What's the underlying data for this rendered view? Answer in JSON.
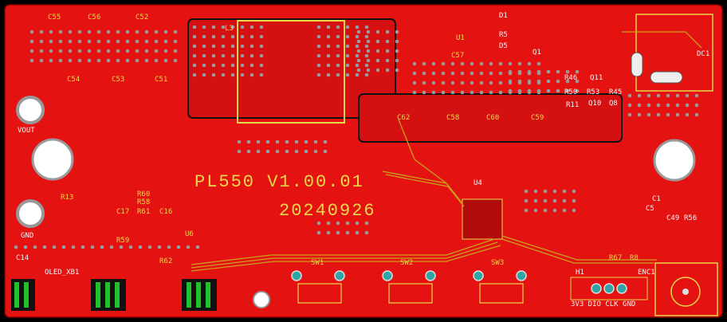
{
  "board": {
    "colors": {
      "copper": "#e51212",
      "copper_dark": "#c10d0d",
      "silk": "#e8d84a",
      "trace": "#c9a21a",
      "via": "#9a9a9a",
      "pad": "#d9d9d9",
      "green": "#22c02a",
      "cyan": "#2fa6a6"
    },
    "headline": "PL550  V1.00.01",
    "date": "20240926",
    "labels": {
      "c55": "C55",
      "c56": "C56",
      "c52": "C52",
      "c54": "C54",
      "c53": "C53",
      "c51": "C51",
      "l3": "L3",
      "vout": "VOUT",
      "gnd": "GND",
      "r13": "R13",
      "c17": "C17",
      "r61": "R61",
      "c16": "C16",
      "r59": "R59",
      "r60": "R60",
      "r58": "R58",
      "r62": "R62",
      "u6": "U6",
      "c14": "C14",
      "oled": "OLED_XB1",
      "sw1": "SW1",
      "sw2": "SW2",
      "sw3": "SW3",
      "h1": "H1",
      "h1pins": "3V3 DIO CLK GND",
      "enc1": "ENC1",
      "dc1": "DC1",
      "c5": "C5",
      "c1": "C1",
      "r46": "R46",
      "r50": "R50",
      "r53": "R53",
      "r45": "R45",
      "q11": "Q11",
      "q10": "Q10",
      "q8": "Q8",
      "r11": "R11",
      "c57": "C57",
      "c62": "C62",
      "c58": "C58",
      "c60": "C60",
      "c59": "C59",
      "r67": "R67",
      "r8": "R8",
      "u4": "U4",
      "d1": "D1",
      "r5": "R5",
      "d5": "D5",
      "u1": "U1",
      "q1": "Q1",
      "c49": "C49",
      "r56": "R56"
    }
  }
}
